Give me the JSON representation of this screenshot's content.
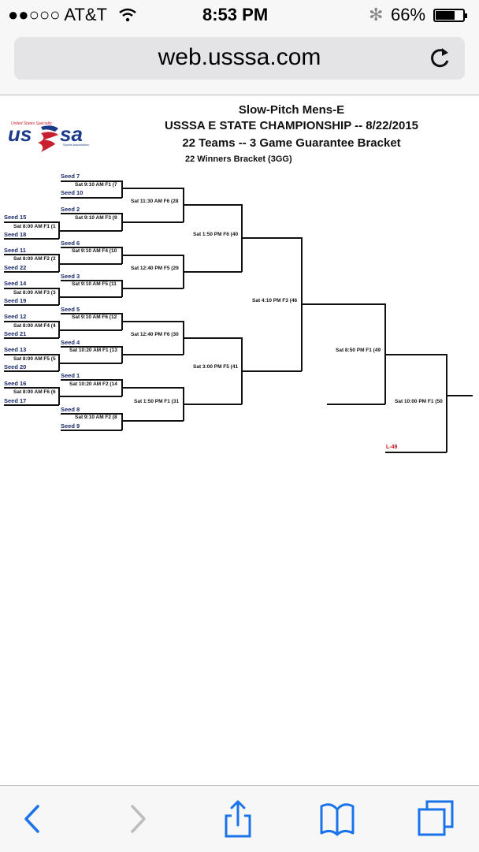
{
  "status_bar": {
    "signal": "●●○○○",
    "carrier": "AT&T",
    "wifi_icon": "wifi-icon",
    "time": "8:53 PM",
    "bluetooth_icon": "✻",
    "battery_pct": "66%"
  },
  "browser": {
    "url": "web.usssa.com",
    "reload_icon": "reload-icon"
  },
  "header": {
    "logo_text": "USSSA",
    "title1": "Slow-Pitch Mens-E",
    "title2": "USSSA E STATE CHAMPIONSHIP -- 8/22/2015",
    "title3": "22 Teams -- 3 Game Guarantee Bracket",
    "subtitle": "22 Winners Bracket (3GG)"
  },
  "bracket": {
    "round1": [
      {
        "top": "Seed 15",
        "bottom": "Seed 18",
        "game": "Sat 8:00 AM F1   (1"
      },
      {
        "top": "Seed 11",
        "bottom": "Seed 22",
        "game": "Sat 8:00 AM F2   (2"
      },
      {
        "top": "Seed 14",
        "bottom": "Seed 19",
        "game": "Sat 8:00 AM F3   (3"
      },
      {
        "top": "Seed 12",
        "bottom": "Seed 21",
        "game": "Sat 8:00 AM F4   (4"
      },
      {
        "top": "Seed 13",
        "bottom": "Seed 20",
        "game": "Sat 8:00 AM F5   (5"
      },
      {
        "top": "Seed 16",
        "bottom": "Seed 17",
        "game": "Sat 8:00 AM F6   (6"
      }
    ],
    "round2": [
      {
        "top": "Seed 7",
        "bottom": "Seed 10",
        "game": "Sat 9:10 AM F1   (7"
      },
      {
        "top": "Seed 2",
        "bottom": "",
        "game": "Sat 9:10 AM F3   (9"
      },
      {
        "top": "Seed 6",
        "bottom": "",
        "game": "Sat 9:10 AM F4   (10"
      },
      {
        "top": "Seed 3",
        "bottom": "",
        "game": "Sat 9:10 AM F5   (11"
      },
      {
        "top": "Seed 5",
        "bottom": "",
        "game": "Sat 9:10 AM F6   (12"
      },
      {
        "top": "Seed 4",
        "bottom": "",
        "game": "Sat 10:20 AM F1   (13"
      },
      {
        "top": "Seed 1",
        "bottom": "",
        "game": "Sat 10:20 AM F2   (14"
      },
      {
        "top": "Seed 8",
        "bottom": "Seed 9",
        "game": "Sat 9:10 AM F2   (8"
      }
    ],
    "round3": [
      {
        "game": "Sat 11:30 AM F6   (28"
      },
      {
        "game": "Sat 12:40 PM F5   (29"
      },
      {
        "game": "Sat 12:40 PM F6   (30"
      },
      {
        "game": "Sat 1:50 PM F1   (31"
      }
    ],
    "round4": [
      {
        "game": "Sat 1:50 PM F6   (40"
      },
      {
        "game": "Sat 3:00 PM F5   (41"
      }
    ],
    "round5": [
      {
        "game": "Sat 4:10 PM F3   (46"
      }
    ],
    "round6": [
      {
        "game": "Sat 8:50 PM F1   (49"
      }
    ],
    "final": {
      "game": "Sat 10:00 PM F1   (50",
      "loser_label": "L-49"
    }
  },
  "toolbar": {
    "back": "back-icon",
    "forward": "forward-icon",
    "share": "share-icon",
    "bookmarks": "bookmarks-icon",
    "tabs": "tabs-icon"
  },
  "colors": {
    "accent": "#1a73e8",
    "seed_text": "#1a2a6c",
    "loser_text": "#c0161b",
    "logo_blue": "#1b3a8a",
    "logo_red": "#c8202f"
  }
}
